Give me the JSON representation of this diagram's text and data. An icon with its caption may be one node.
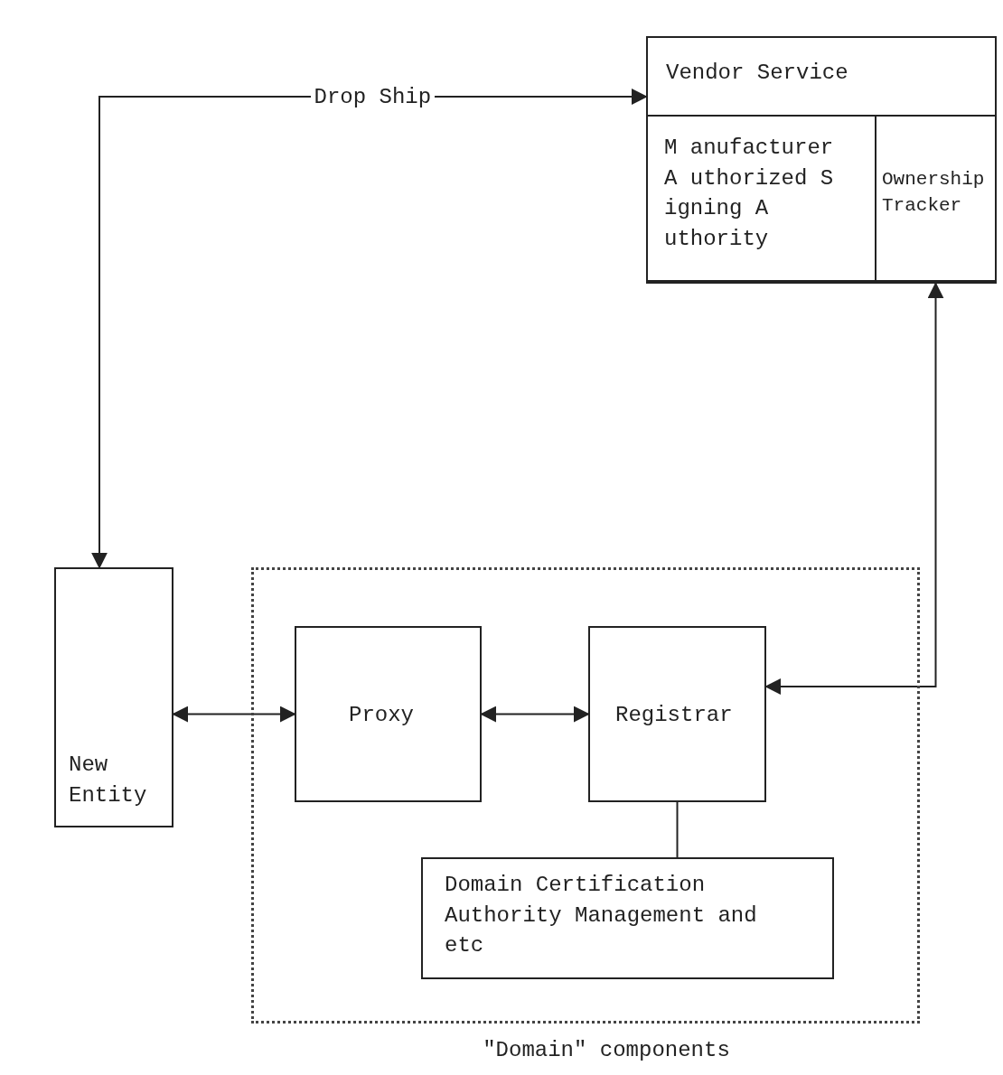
{
  "diagram": {
    "nodes": [
      {
        "text": [
          "Vendor Service"
        ]
      },
      {
        "text": [
          "M anufacturer A uthorized S igning A uthority"
        ],
        "in": 0
      },
      {
        "text": [
          "Ownership Tracker"
        ],
        "in": 0
      },
      {
        "text": [
          "New Entity"
        ]
      },
      {
        "text": [
          "\"Domain\" components"
        ]
      },
      {
        "text": [
          "Proxy"
        ],
        "in": 4
      },
      {
        "text": [
          "Registrar"
        ],
        "in": 4
      },
      {
        "text": [
          "Domain Certification Authority Management and etc"
        ],
        "in": 4
      }
    ],
    "edges": [
      {
        "from": 3,
        "to": 0,
        "arrow": "both",
        "label": "Drop Ship"
      },
      {
        "from": 3,
        "to": 5,
        "arrow": "both"
      },
      {
        "from": 5,
        "to": 6,
        "arrow": "both"
      },
      {
        "from": 6,
        "to": 2,
        "arrow": "both"
      },
      {
        "from": 6,
        "to": 7,
        "arrow": "none"
      }
    ]
  }
}
